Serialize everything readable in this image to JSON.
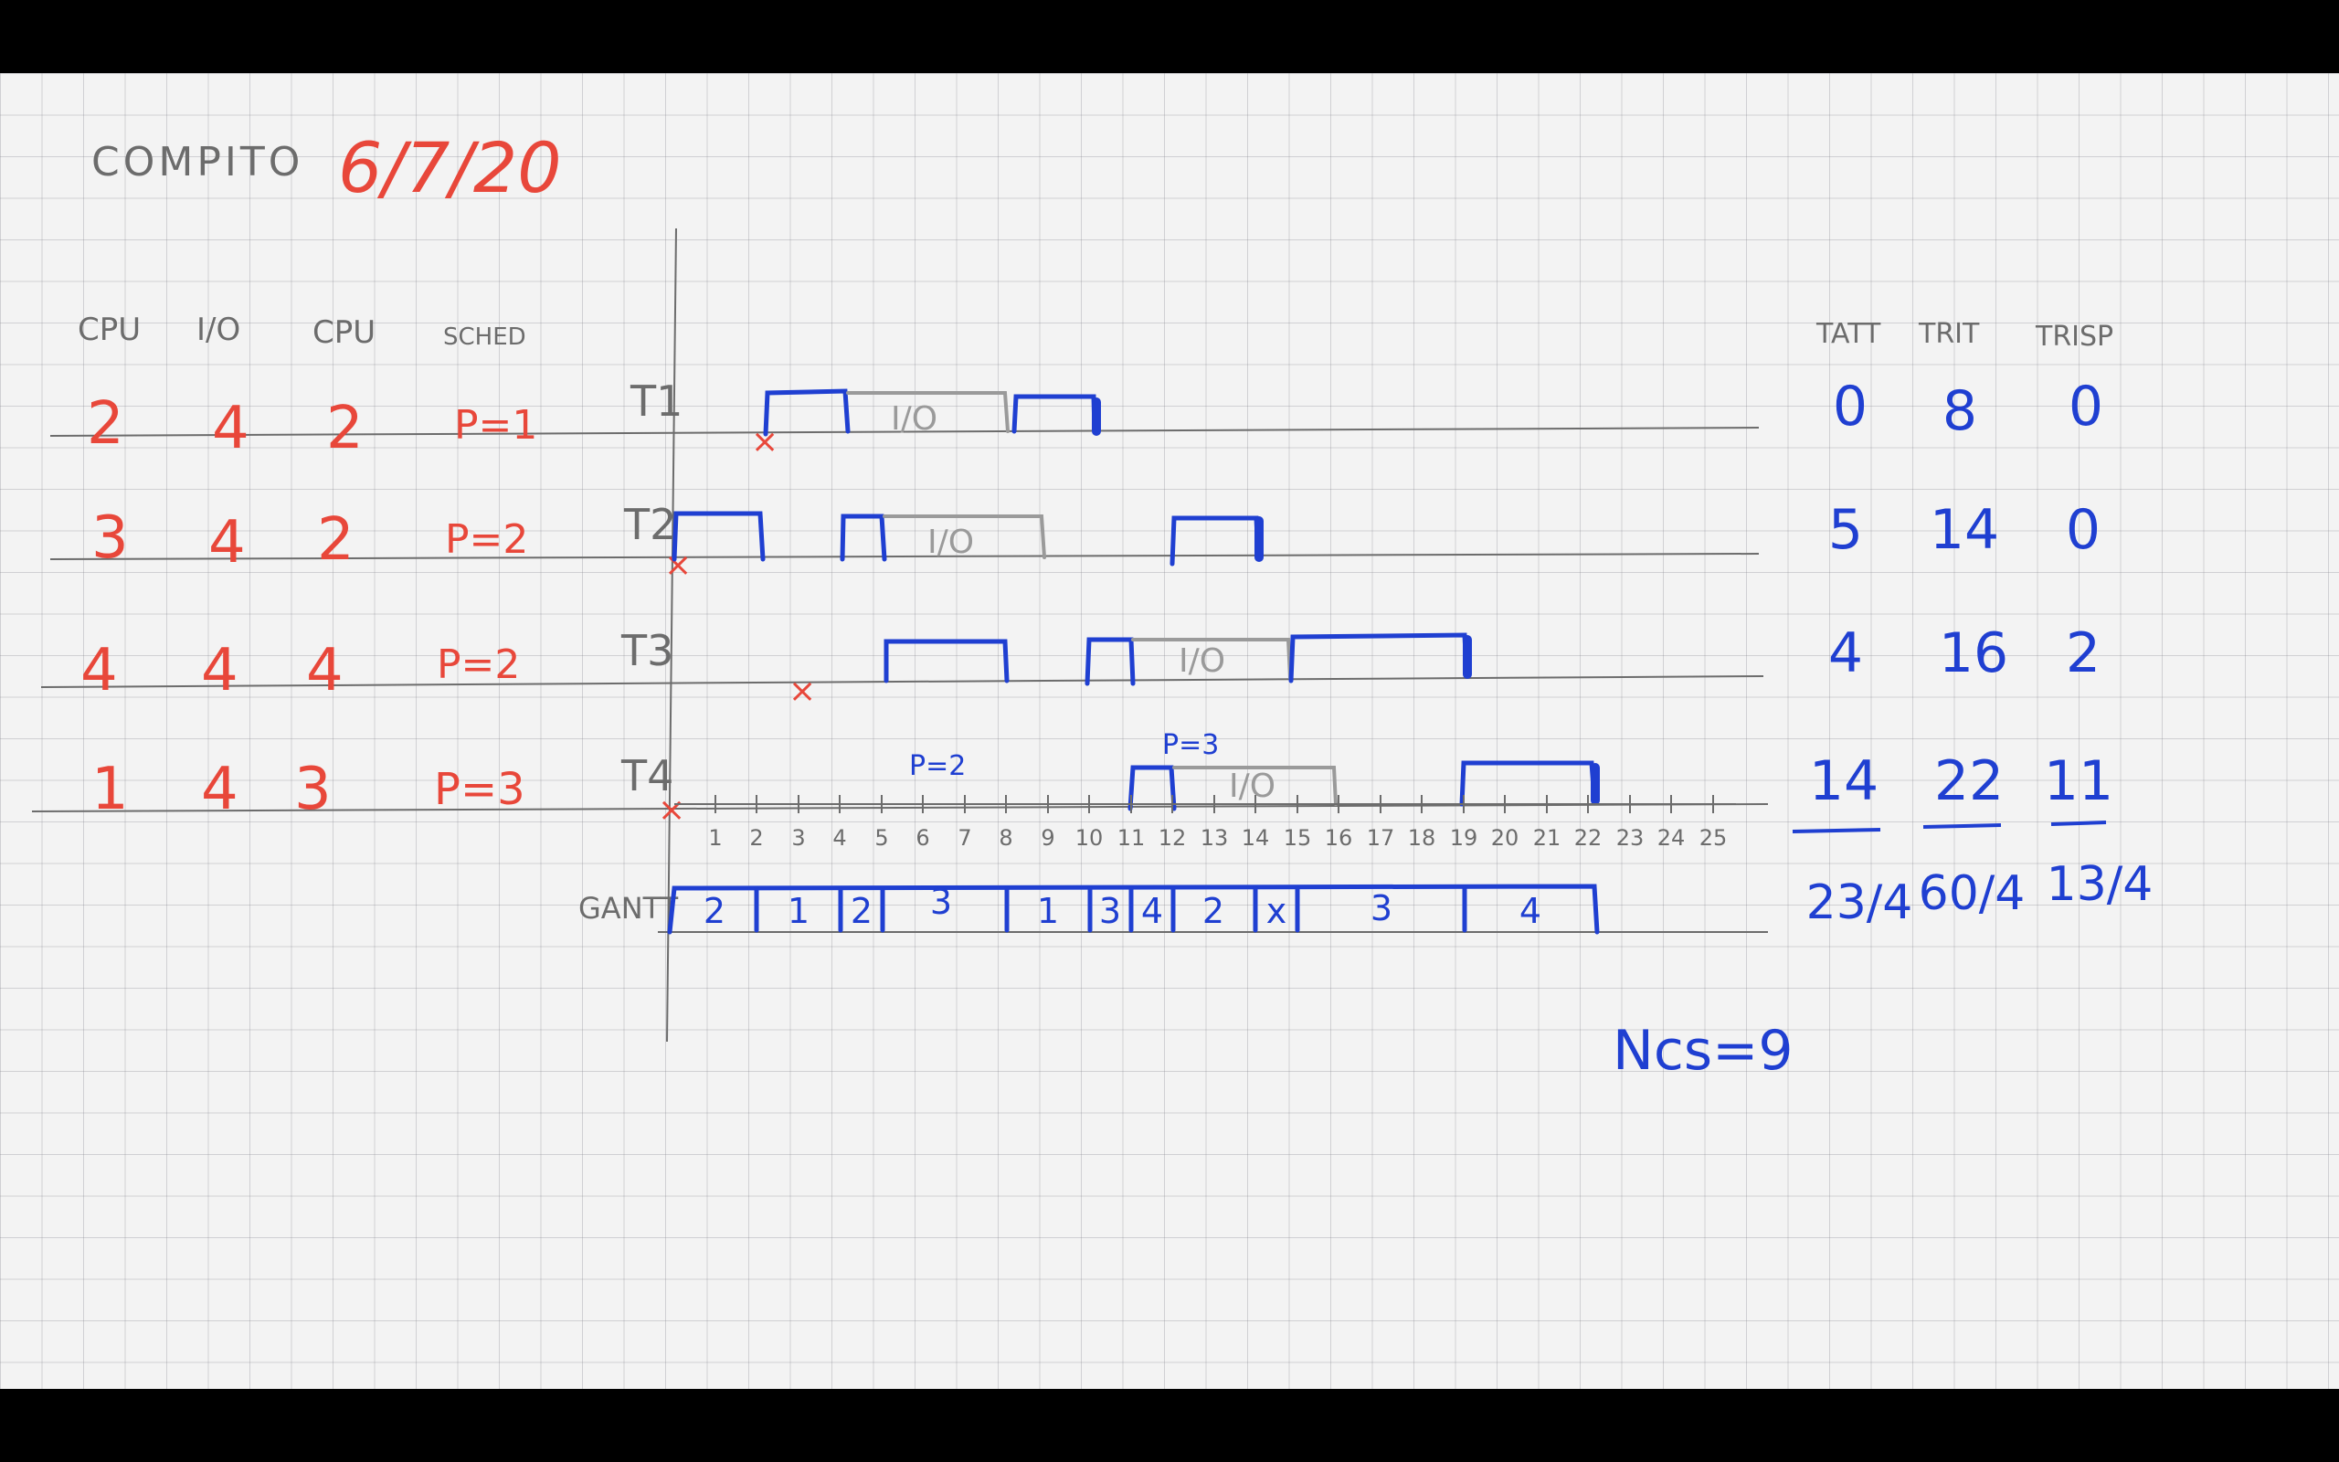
{
  "title": {
    "label": "COMPITO",
    "date": "6/7/20"
  },
  "columns": [
    "CPU",
    "I/O",
    "CPU",
    "SCHED"
  ],
  "processes": [
    {
      "name": "T1",
      "cpu1": "2",
      "io": "4",
      "cpu2": "2",
      "priority": "P=1"
    },
    {
      "name": "T2",
      "cpu1": "3",
      "io": "4",
      "cpu2": "2",
      "priority": "P=2"
    },
    {
      "name": "T3",
      "cpu1": "4",
      "io": "4",
      "cpu2": "4",
      "priority": "P=2"
    },
    {
      "name": "T4",
      "cpu1": "1",
      "io": "4",
      "cpu2": "3",
      "priority": "P=3"
    }
  ],
  "io_label": "I/O",
  "annotations": {
    "t4_p2": "P=2",
    "t4_p3": "P=3"
  },
  "gantt_label": "GANTT",
  "gantt": [
    "2",
    "1",
    "2",
    "3",
    "1",
    "3",
    "4",
    "2",
    "x",
    "3",
    "4"
  ],
  "axis_ticks": [
    "1",
    "2",
    "3",
    "4",
    "5",
    "6",
    "7",
    "8",
    "9",
    "10",
    "11",
    "12",
    "13",
    "14",
    "15",
    "16",
    "17",
    "18",
    "19",
    "20",
    "21",
    "22",
    "23",
    "24",
    "25"
  ],
  "results_headers": [
    "TATT",
    "TRIT",
    "TRISP"
  ],
  "results": [
    [
      "0",
      "8",
      "0"
    ],
    [
      "5",
      "14",
      "0"
    ],
    [
      "4",
      "16",
      "2"
    ],
    [
      "14",
      "22",
      "11"
    ]
  ],
  "averages": [
    "23/4",
    "60/4",
    "13/4"
  ],
  "context_switches": "Ncs=9",
  "colors": {
    "red": "#e8473a",
    "blue": "#1f3fd1",
    "gray": "#9a9a9a",
    "pencil": "#6c6c6c"
  }
}
